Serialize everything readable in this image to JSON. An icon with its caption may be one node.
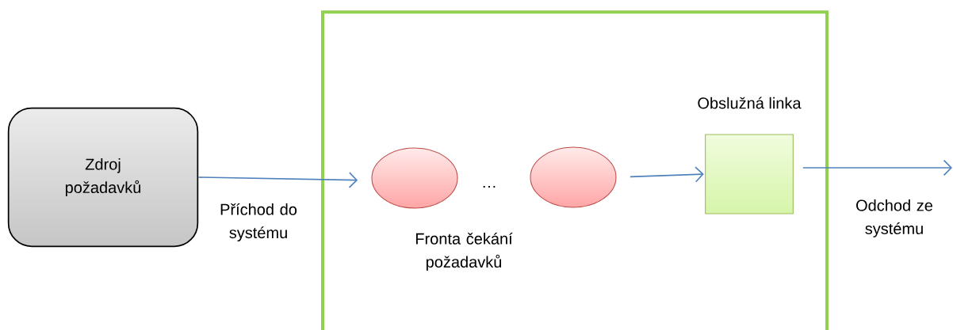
{
  "diagram": {
    "nodes": [
      {
        "text": [
          "Zdroj požadavků"
        ]
      },
      {
        "text": [],
        "shape": "box"
      },
      {
        "text": [],
        "shape": "ellipse",
        "in": 1
      },
      {
        "text": [],
        "shape": "ellipse",
        "in": 1
      },
      {
        "text": [
          "Obslužná linka"
        ],
        "in": 1
      }
    ],
    "edges": [
      {
        "from": 0,
        "to": 2,
        "arrow": "to",
        "label": "Příchod do systému"
      },
      {
        "from": 3,
        "to": 4,
        "arrow": "to"
      },
      {
        "from": 4,
        "to": null,
        "arrow": "to",
        "label": "Odchod ze systému"
      }
    ],
    "labels": [
      "…",
      "Fronta čekání požadavků"
    ]
  }
}
